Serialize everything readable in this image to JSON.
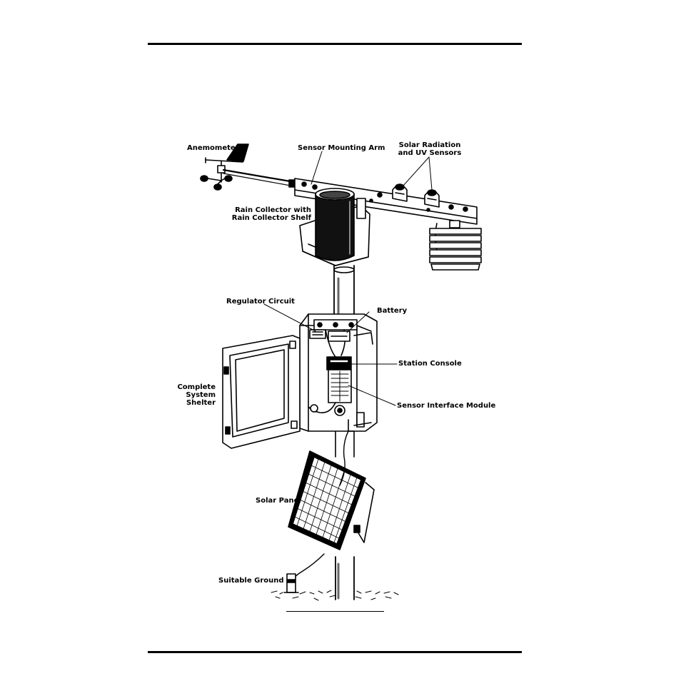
{
  "labels": {
    "anemometer": "Anemometer",
    "sensor_mounting_arm": "Sensor Mounting Arm",
    "solar_radiation_line1": "Solar Radiation",
    "solar_radiation_line2": "and UV Sensors",
    "rain_collector_line1": "Rain Collector with",
    "rain_collector_line2": "Rain Collector Shelf",
    "regulator_circuit": "Regulator Circuit",
    "battery": "Battery",
    "station_console": "Station Console",
    "complete_line1": "Complete",
    "complete_line2": "System",
    "complete_line3": "Shelter",
    "sensor_interface_module": "Sensor Interface Module",
    "solar_panel": "Solar Panel",
    "suitable_ground": "Suitable Ground"
  }
}
